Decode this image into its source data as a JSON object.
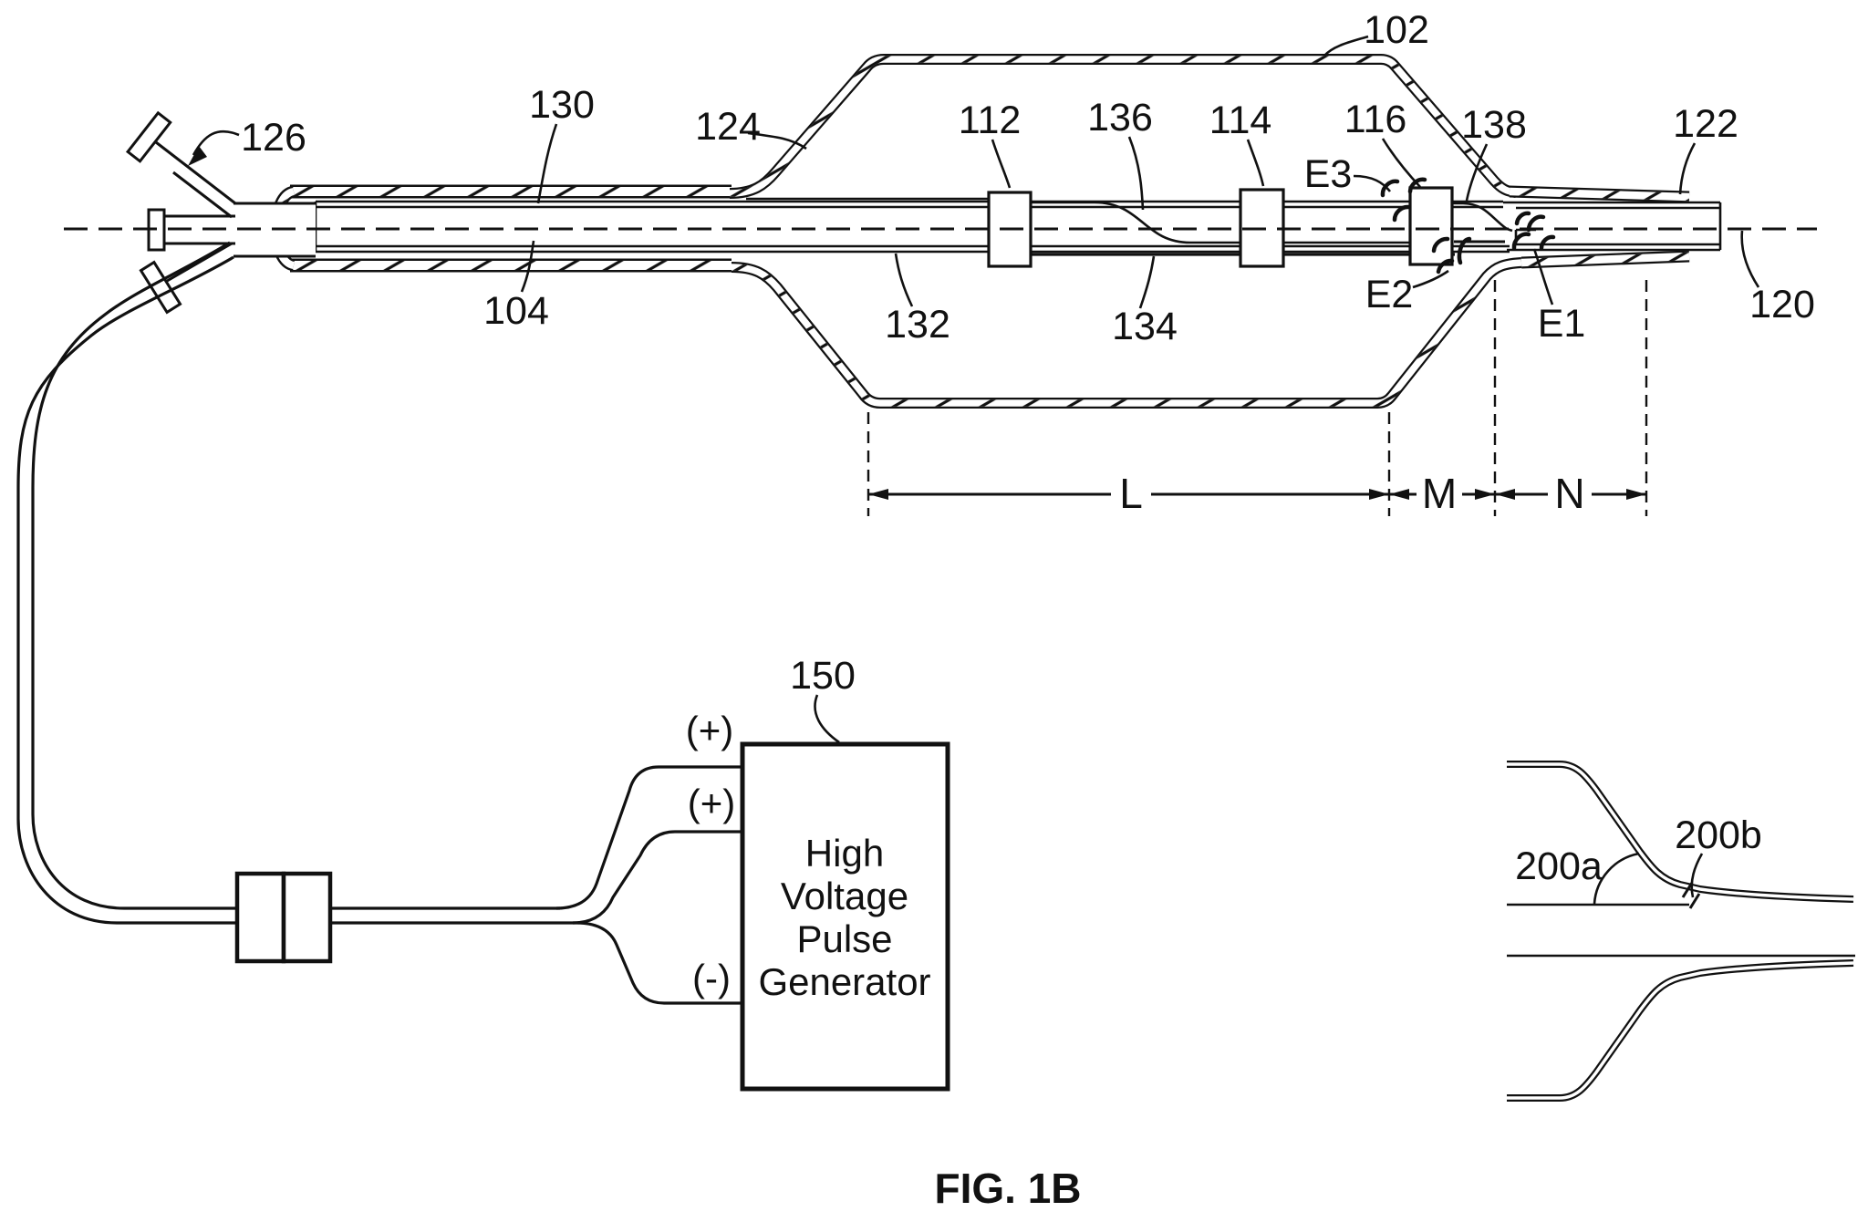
{
  "caption": "FIG. 1B",
  "labels": {
    "n102": "102",
    "n104": "104",
    "n112": "112",
    "n114": "114",
    "n116": "116",
    "n120": "120",
    "n122": "122",
    "n124": "124",
    "n126": "126",
    "n130": "130",
    "n132": "132",
    "n134": "134",
    "n136": "136",
    "n138": "138",
    "n150": "150",
    "n200a": "200a",
    "n200b": "200b",
    "e1": "E1",
    "e2": "E2",
    "e3": "E3"
  },
  "dimensions": {
    "L": "L",
    "M": "M",
    "N": "N"
  },
  "generator": {
    "lines": [
      "High",
      "Voltage",
      "Pulse",
      "Generator"
    ]
  },
  "polarity": {
    "positive_top": "(+)",
    "positive_mid": "(+)",
    "negative": "(-)"
  },
  "colors": {
    "ink": "#111111",
    "background": "#ffffff"
  }
}
